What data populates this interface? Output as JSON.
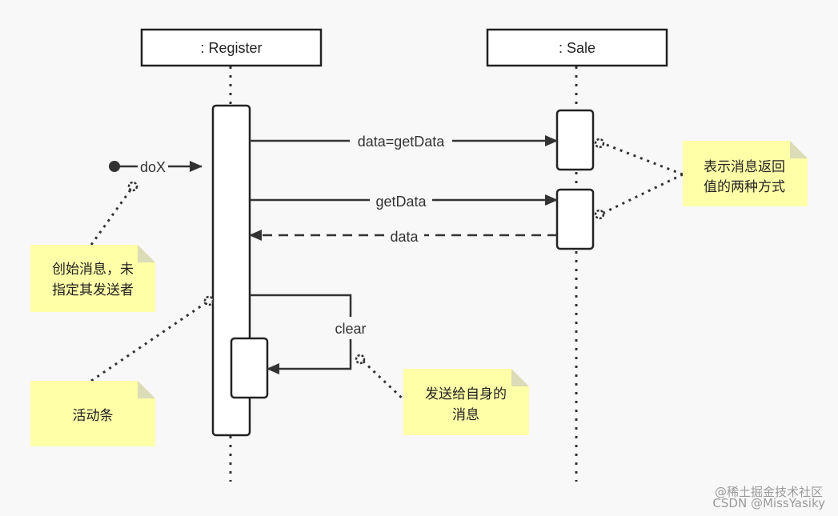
{
  "participants": {
    "register": ": Register",
    "sale": ": Sale"
  },
  "messages": {
    "dox": "doX",
    "data_get_data": "data=getData",
    "get_data": "getData",
    "data_return": "data",
    "clear": "clear"
  },
  "notes": {
    "found_message": [
      "创始消息，未",
      "指定其发送者"
    ],
    "activation_bar": [
      "活动条"
    ],
    "self_message": [
      "发送给自身的",
      "消息"
    ],
    "return_ways": [
      "表示消息返回",
      "值的两种方式"
    ]
  },
  "watermark": {
    "line1": "@稀土掘金技术社区",
    "line2": "CSDN @MissYasiky"
  },
  "colors": {
    "note_fill": "#ffffa8",
    "note_fold": "#dcdcb8",
    "line": "#333333",
    "box_fill": "#ffffff"
  }
}
